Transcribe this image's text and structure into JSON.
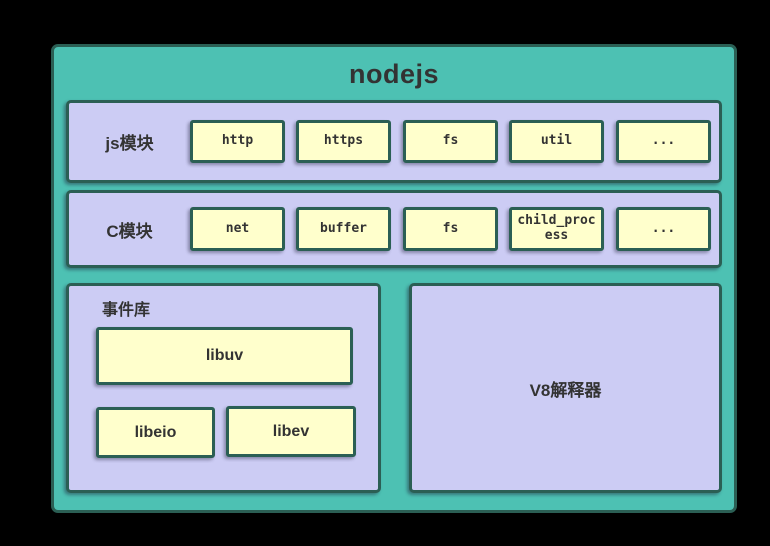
{
  "canvas": {
    "background": "#000000"
  },
  "diagram": {
    "title": "nodejs",
    "colors": {
      "canvas_bg": "#000000",
      "container_fill": "#4DC1B3",
      "panel_fill": "#CCCCF4",
      "box_fill": "#FFFFCC",
      "border": "#2B5F54",
      "text": "#333333"
    },
    "rows": [
      {
        "label": "js模块",
        "boxes": [
          "http",
          "https",
          "fs",
          "util",
          "..."
        ]
      },
      {
        "label": "C模块",
        "boxes": [
          "net",
          "buffer",
          "fs",
          "child_process",
          "..."
        ]
      }
    ],
    "event_library": {
      "label": "事件库",
      "main_box": "libuv",
      "sub_boxes": [
        "libeio",
        "libev"
      ]
    },
    "v8": {
      "label": "V8解释器"
    }
  }
}
